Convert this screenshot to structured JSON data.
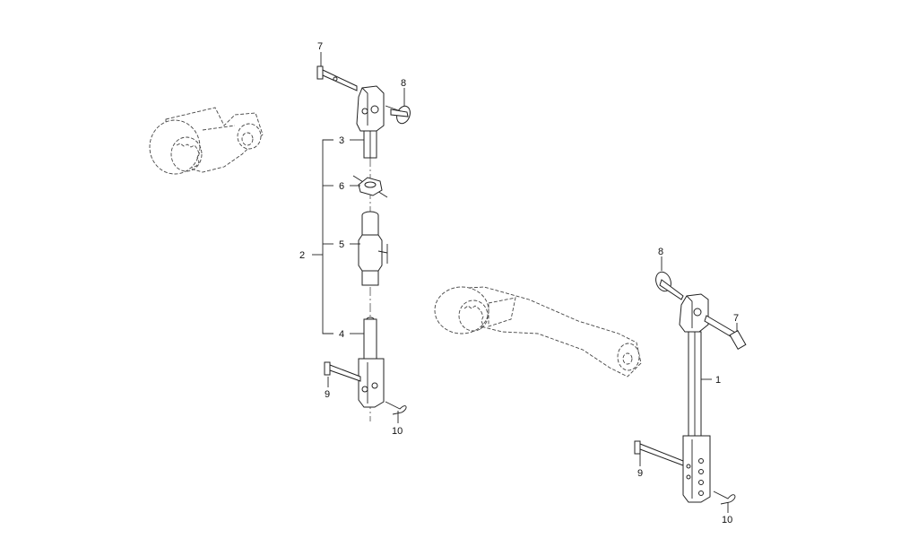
{
  "callouts": {
    "c1": "1",
    "c2": "2",
    "c3": "3",
    "c4": "4",
    "c5": "5",
    "c6": "6",
    "c7a": "7",
    "c7b": "7",
    "c8a": "8",
    "c8b": "8",
    "c9a": "9",
    "c9b": "9",
    "c10a": "10",
    "c10b": "10"
  }
}
